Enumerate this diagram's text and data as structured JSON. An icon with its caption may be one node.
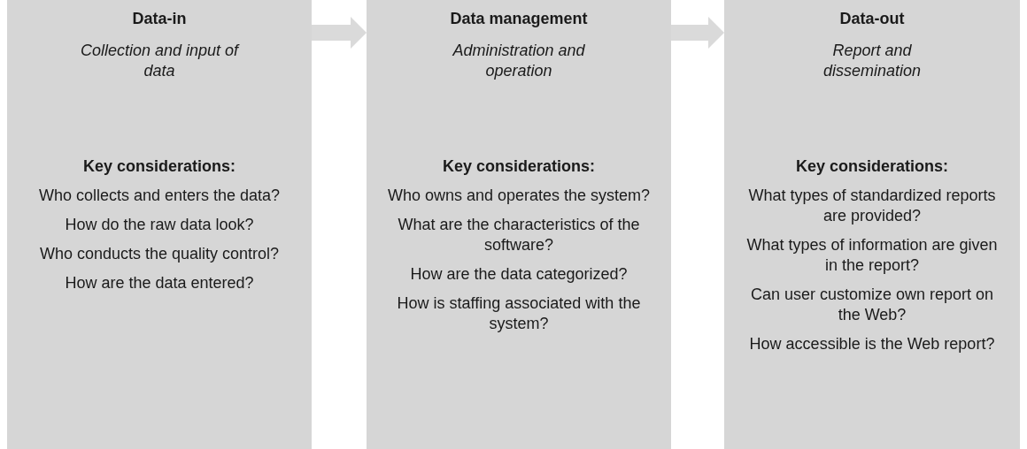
{
  "diagram": {
    "nodes": [
      {
        "text": [
          "Data-in",
          "Collection and input of data",
          "Key considerations:",
          "Who collects and enters the data?",
          "How do the raw data look?",
          "Who conducts the quality control?",
          "How are the data entered?"
        ]
      },
      {
        "text": [
          "Data management",
          "Administration and operation",
          "Key considerations:",
          "Who owns and operates the system?",
          "What are the characteristics of the software?",
          "How are the data categorized?",
          "How is staffing associated with the system?"
        ]
      },
      {
        "text": [
          "Data-out",
          "Report and dissemination",
          "Key considerations:",
          "What types of standardized reports are provided?",
          "What types of information are given in the report?",
          "Can user customize own report on the Web?",
          "How accessible is the Web report?"
        ]
      }
    ],
    "edges": [
      {
        "from": 0,
        "to": 1,
        "arrow": "to"
      },
      {
        "from": 1,
        "to": 2,
        "arrow": "to"
      }
    ]
  }
}
